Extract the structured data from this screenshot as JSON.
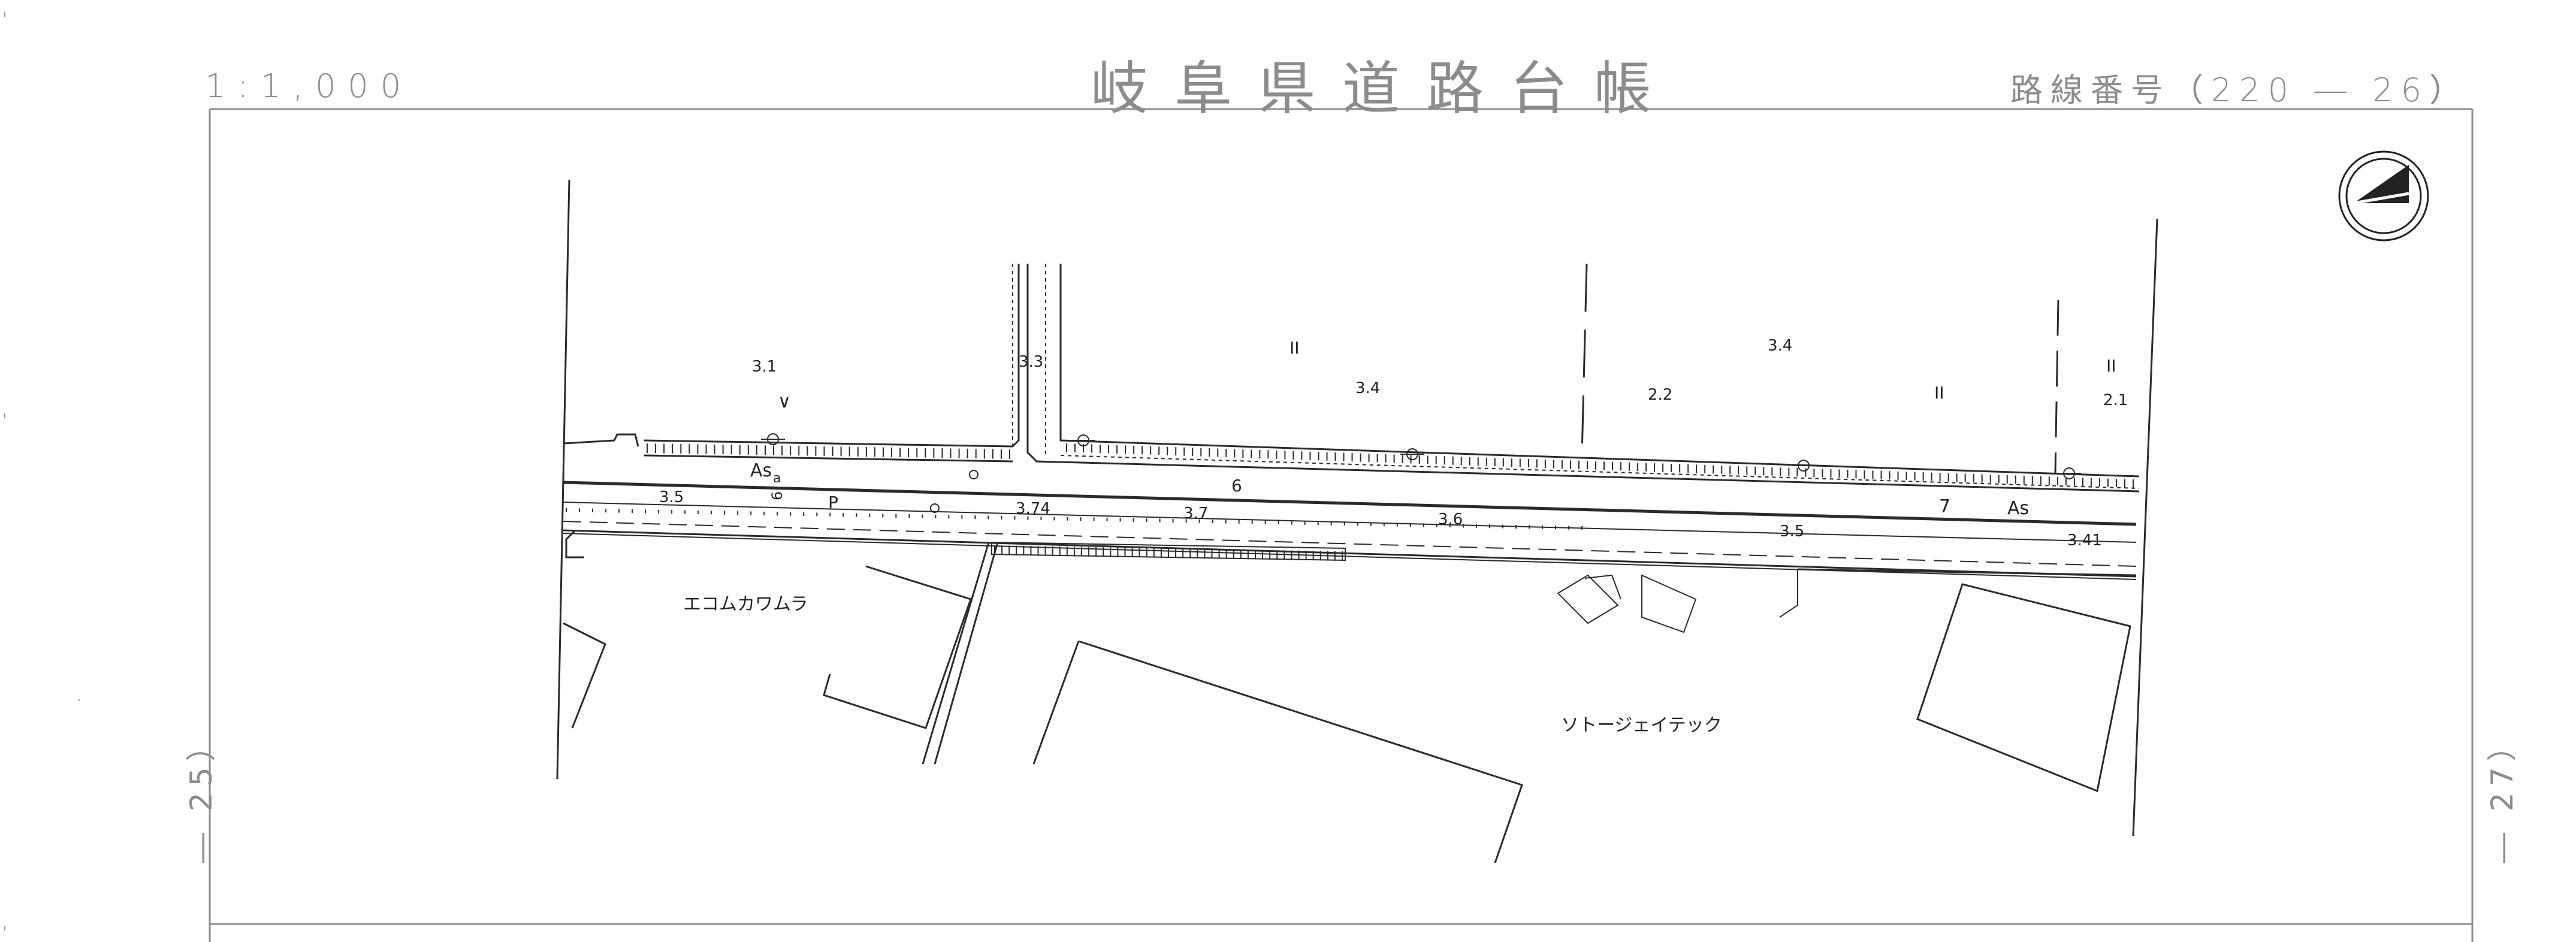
{
  "header": {
    "scale": "1:1,000",
    "title": "岐阜県道路台帳",
    "route": "路線番号（220 ― 26）"
  },
  "sheet_refs": {
    "left": "― 25）",
    "right": "― 27）"
  },
  "map": {
    "owners": {
      "left": "エコムカワムラ",
      "right": "ソトージェイテック"
    },
    "road_marks": {
      "as_left": "As",
      "as_right": "As",
      "p": "P",
      "width_6a": "6",
      "width_6b": "6",
      "width_7": "7",
      "small_a": "a",
      "check": "∨"
    },
    "elevations": [
      "3.1",
      "3.3",
      "3.4",
      "2.2",
      "3.4",
      "2.1",
      "3.5",
      "3.74",
      "3.7",
      "3.6",
      "3.5",
      "3.41"
    ],
    "land_marks": [
      "II",
      "II",
      "II"
    ],
    "north_arrow": "north-arrow-icon"
  },
  "colors": {
    "frame": "#8c8c8c",
    "lines": "#2a2a2a",
    "header_text": "#8c8c8c"
  }
}
